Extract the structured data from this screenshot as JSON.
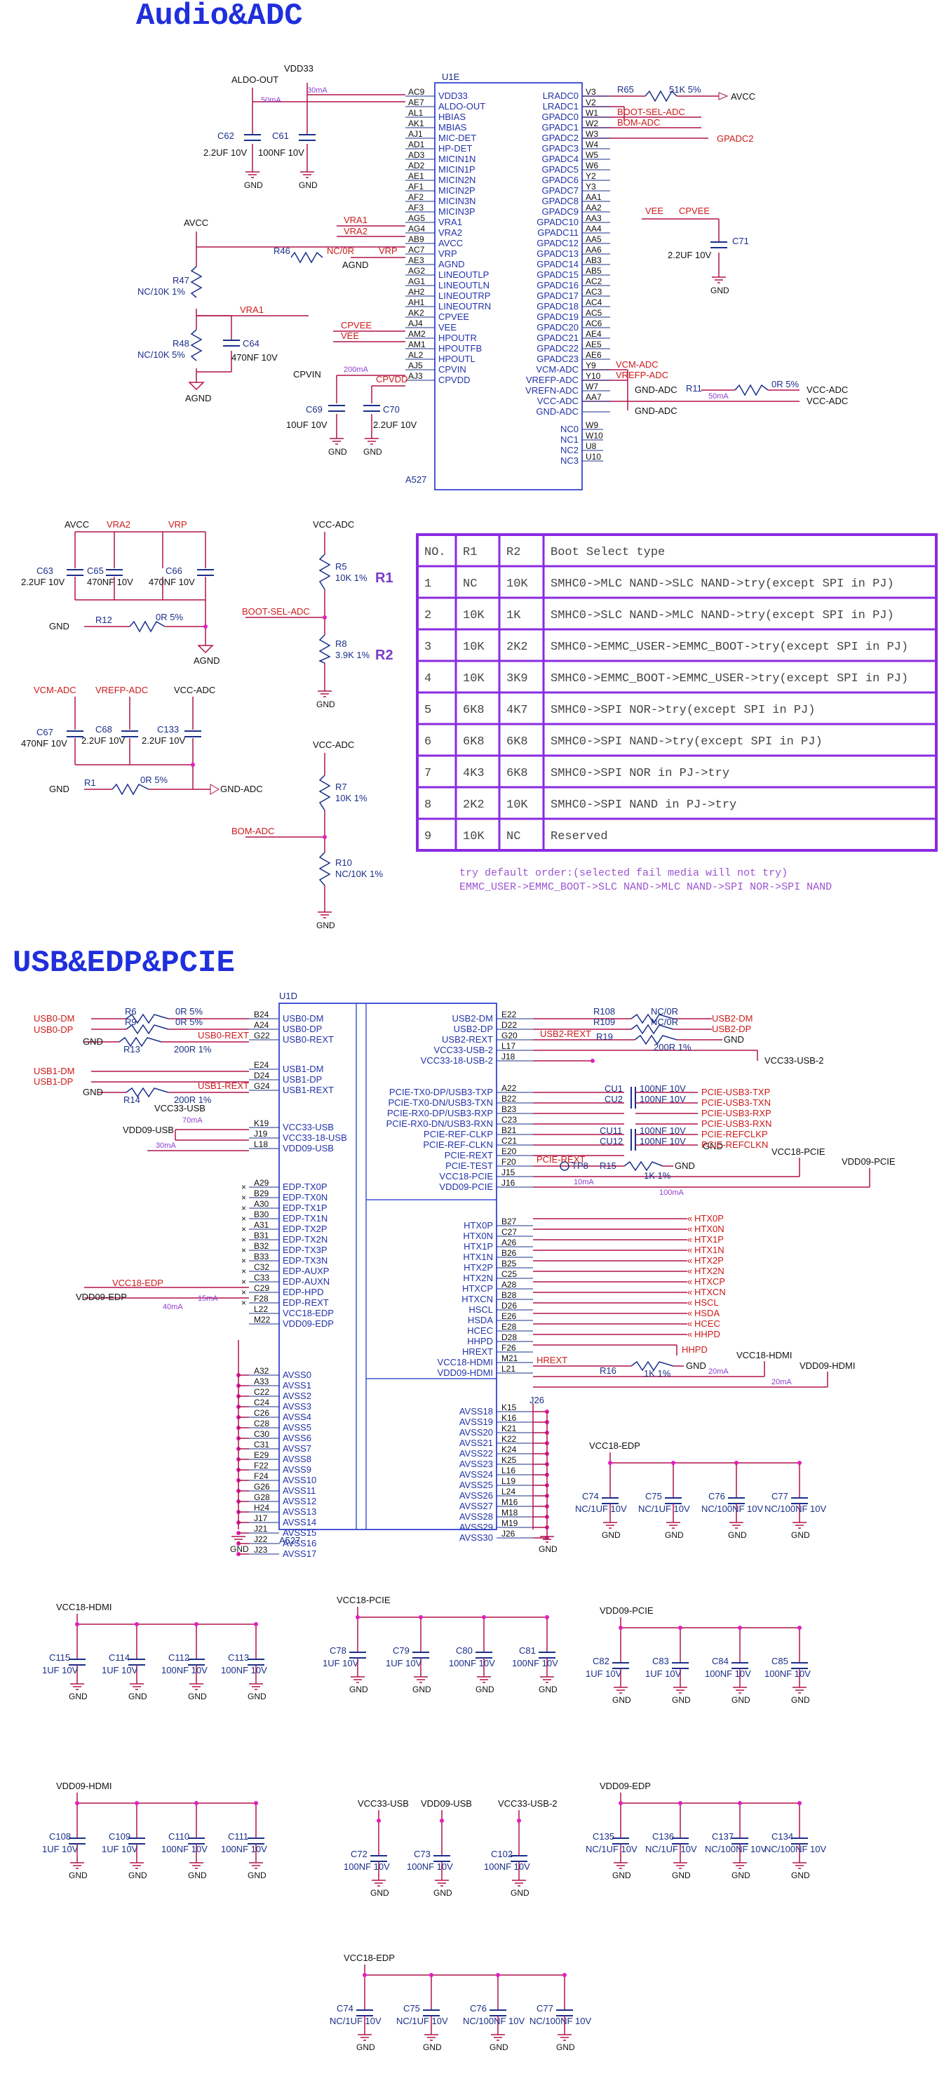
{
  "titles": {
    "audio": "Audio&ADC",
    "usb": "USB&EDP&PCIE"
  },
  "colors": {
    "title": "#1f2fdc",
    "wire": "#b0124a",
    "component": "#1a2f8a",
    "pinbox": "#1a2fcf",
    "net": "#cc1a1a",
    "table": "#8a2be2",
    "junction": "#e020c0",
    "current": "#8d3fd0"
  },
  "audio": {
    "chip_ref": "U1E",
    "chip_part": "A527",
    "left_pins": [
      {
        "num": "AC9",
        "name": "VDD33"
      },
      {
        "num": "AE7",
        "name": "ALDO-OUT"
      },
      {
        "num": "AL1",
        "name": "HBIAS"
      },
      {
        "num": "AK1",
        "name": "MBIAS"
      },
      {
        "num": "AJ1",
        "name": "MIC-DET"
      },
      {
        "num": "AD1",
        "name": "HP-DET"
      },
      {
        "num": "AD3",
        "name": "MICIN1N"
      },
      {
        "num": "AD2",
        "name": "MICIN1P"
      },
      {
        "num": "AE1",
        "name": "MICIN2N"
      },
      {
        "num": "AF1",
        "name": "MICIN2P"
      },
      {
        "num": "AF2",
        "name": "MICIN3N"
      },
      {
        "num": "AF3",
        "name": "MICIN3P"
      },
      {
        "num": "AG5",
        "name": "VRA1"
      },
      {
        "num": "AG4",
        "name": "VRA2"
      },
      {
        "num": "AB9",
        "name": "AVCC"
      },
      {
        "num": "AC7",
        "name": "VRP"
      },
      {
        "num": "AE3",
        "name": "AGND"
      },
      {
        "num": "AG2",
        "name": "LINEOUTLP"
      },
      {
        "num": "AG1",
        "name": "LINEOUTLN"
      },
      {
        "num": "AH2",
        "name": "LINEOUTRP"
      },
      {
        "num": "AH1",
        "name": "LINEOUTRN"
      },
      {
        "num": "AK2",
        "name": "CPVEE"
      },
      {
        "num": "AJ4",
        "name": "VEE"
      },
      {
        "num": "AM2",
        "name": "HPOUTR"
      },
      {
        "num": "AM1",
        "name": "HPOUTFB"
      },
      {
        "num": "AL2",
        "name": "HPOUTL"
      },
      {
        "num": "AJ5",
        "name": "CPVIN"
      },
      {
        "num": "AJ3",
        "name": "CPVDD"
      }
    ],
    "right_pins": [
      {
        "num": "V3",
        "name": "LRADC0"
      },
      {
        "num": "V2",
        "name": "LRADC1"
      },
      {
        "num": "W1",
        "name": "GPADC0"
      },
      {
        "num": "W2",
        "name": "GPADC1"
      },
      {
        "num": "W3",
        "name": "GPADC2"
      },
      {
        "num": "W4",
        "name": "GPADC3"
      },
      {
        "num": "W5",
        "name": "GPADC4"
      },
      {
        "num": "W6",
        "name": "GPADC5"
      },
      {
        "num": "Y2",
        "name": "GPADC6"
      },
      {
        "num": "Y3",
        "name": "GPADC7"
      },
      {
        "num": "AA1",
        "name": "GPADC8"
      },
      {
        "num": "AA2",
        "name": "GPADC9"
      },
      {
        "num": "AA3",
        "name": "GPADC10"
      },
      {
        "num": "AA4",
        "name": "GPADC11"
      },
      {
        "num": "AA5",
        "name": "GPADC12"
      },
      {
        "num": "AA6",
        "name": "GPADC13"
      },
      {
        "num": "AB3",
        "name": "GPADC14"
      },
      {
        "num": "AB5",
        "name": "GPADC15"
      },
      {
        "num": "AC2",
        "name": "GPADC16"
      },
      {
        "num": "AC3",
        "name": "GPADC17"
      },
      {
        "num": "AC4",
        "name": "GPADC18"
      },
      {
        "num": "AC5",
        "name": "GPADC19"
      },
      {
        "num": "AC6",
        "name": "GPADC20"
      },
      {
        "num": "AE4",
        "name": "GPADC21"
      },
      {
        "num": "AE5",
        "name": "GPADC22"
      },
      {
        "num": "AE6",
        "name": "GPADC23"
      },
      {
        "num": "Y9",
        "name": "VCM-ADC"
      },
      {
        "num": "Y10",
        "name": "VREFP-ADC"
      },
      {
        "num": "W7",
        "name": "VREFN-ADC"
      },
      {
        "num": "AA7",
        "name": "VCC-ADC"
      },
      {
        "num": "",
        "name": "GND-ADC"
      }
    ],
    "nc_pins": [
      {
        "num": "W9",
        "name": "NC0"
      },
      {
        "num": "W10",
        "name": "NC1"
      },
      {
        "num": "U8",
        "name": "NC2"
      },
      {
        "num": "U10",
        "name": "NC3"
      }
    ]
  },
  "usb_chip": {
    "chip_ref": "U1D",
    "chip_part": "A527",
    "left_pins": [
      {
        "num": "B24",
        "name": "USB0-DM"
      },
      {
        "num": "A24",
        "name": "USB0-DP"
      },
      {
        "num": "G22",
        "name": "USB0-REXT"
      },
      {
        "num": "E24",
        "name": "USB1-DM"
      },
      {
        "num": "D24",
        "name": "USB1-DP"
      },
      {
        "num": "G24",
        "name": "USB1-REXT"
      },
      {
        "num": "K19",
        "name": "VCC33-USB"
      },
      {
        "num": "J19",
        "name": "VCC33-18-USB"
      },
      {
        "num": "L18",
        "name": "VDD09-USB"
      },
      {
        "num": "A29",
        "name": "EDP-TX0P"
      },
      {
        "num": "B29",
        "name": "EDP-TX0N"
      },
      {
        "num": "A30",
        "name": "EDP-TX1P"
      },
      {
        "num": "B30",
        "name": "EDP-TX1N"
      },
      {
        "num": "A31",
        "name": "EDP-TX2P"
      },
      {
        "num": "B31",
        "name": "EDP-TX2N"
      },
      {
        "num": "B32",
        "name": "EDP-TX3P"
      },
      {
        "num": "B33",
        "name": "EDP-TX3N"
      },
      {
        "num": "C32",
        "name": "EDP-AUXP"
      },
      {
        "num": "C33",
        "name": "EDP-AUXN"
      },
      {
        "num": "C29",
        "name": "EDP-HPD"
      },
      {
        "num": "F28",
        "name": "EDP-REXT"
      },
      {
        "num": "L22",
        "name": "VCC18-EDP"
      },
      {
        "num": "M22",
        "name": "VDD09-EDP"
      },
      {
        "num": "A32",
        "name": "AVSS0"
      },
      {
        "num": "A33",
        "name": "AVSS1"
      },
      {
        "num": "C22",
        "name": "AVSS2"
      },
      {
        "num": "C24",
        "name": "AVSS3"
      },
      {
        "num": "C26",
        "name": "AVSS4"
      },
      {
        "num": "C28",
        "name": "AVSS5"
      },
      {
        "num": "C30",
        "name": "AVSS6"
      },
      {
        "num": "C31",
        "name": "AVSS7"
      },
      {
        "num": "E29",
        "name": "AVSS8"
      },
      {
        "num": "F22",
        "name": "AVSS9"
      },
      {
        "num": "F24",
        "name": "AVSS10"
      },
      {
        "num": "G26",
        "name": "AVSS11"
      },
      {
        "num": "G28",
        "name": "AVSS12"
      },
      {
        "num": "H24",
        "name": "AVSS13"
      },
      {
        "num": "J17",
        "name": "AVSS14"
      },
      {
        "num": "J21",
        "name": "AVSS15"
      },
      {
        "num": "J22",
        "name": "AVSS16"
      },
      {
        "num": "J23",
        "name": "AVSS17"
      }
    ],
    "right_pins": [
      {
        "num": "E22",
        "name": "USB2-DM"
      },
      {
        "num": "D22",
        "name": "USB2-DP"
      },
      {
        "num": "G20",
        "name": "USB2-REXT"
      },
      {
        "num": "L17",
        "name": "VCC33-USB-2"
      },
      {
        "num": "J18",
        "name": "VCC33-18-USB-2"
      },
      {
        "num": "A22",
        "name": "PCIE-TX0-DP/USB3-TXP"
      },
      {
        "num": "B22",
        "name": "PCIE-TX0-DN/USB3-TXN"
      },
      {
        "num": "B23",
        "name": "PCIE-RX0-DP/USB3-RXP"
      },
      {
        "num": "C23",
        "name": "PCIE-RX0-DN/USB3-RXN"
      },
      {
        "num": "B21",
        "name": "PCIE-REF-CLKP"
      },
      {
        "num": "C21",
        "name": "PCIE-REF-CLKN"
      },
      {
        "num": "E20",
        "name": "PCIE-REXT"
      },
      {
        "num": "F20",
        "name": "PCIE-TEST"
      },
      {
        "num": "J15",
        "name": "VCC18-PCIE"
      },
      {
        "num": "J16",
        "name": "VDD09-PCIE"
      },
      {
        "num": "B27",
        "name": "HTX0P"
      },
      {
        "num": "C27",
        "name": "HTX0N"
      },
      {
        "num": "A26",
        "name": "HTX1P"
      },
      {
        "num": "B26",
        "name": "HTX1N"
      },
      {
        "num": "B25",
        "name": "HTX2P"
      },
      {
        "num": "C25",
        "name": "HTX2N"
      },
      {
        "num": "A28",
        "name": "HTXCP"
      },
      {
        "num": "B28",
        "name": "HTXCN"
      },
      {
        "num": "D26",
        "name": "HSCL"
      },
      {
        "num": "E26",
        "name": "HSDA"
      },
      {
        "num": "E28",
        "name": "HCEC"
      },
      {
        "num": "D28",
        "name": "HHPD"
      },
      {
        "num": "F26",
        "name": "HREXT"
      },
      {
        "num": "M21",
        "name": "VCC18-HDMI"
      },
      {
        "num": "L21",
        "name": "VDD09-HDMI"
      },
      {
        "num": "K15",
        "name": "AVSS18"
      },
      {
        "num": "K16",
        "name": "AVSS19"
      },
      {
        "num": "K21",
        "name": "AVSS20"
      },
      {
        "num": "K22",
        "name": "AVSS21"
      },
      {
        "num": "K24",
        "name": "AVSS22"
      },
      {
        "num": "K25",
        "name": "AVSS23"
      },
      {
        "num": "L16",
        "name": "AVSS24"
      },
      {
        "num": "L19",
        "name": "AVSS25"
      },
      {
        "num": "L24",
        "name": "AVSS26"
      },
      {
        "num": "M16",
        "name": "AVSS27"
      },
      {
        "num": "M18",
        "name": "AVSS28"
      },
      {
        "num": "M19",
        "name": "AVSS29"
      },
      {
        "num": "J26",
        "name": "AVSS30"
      }
    ],
    "htx_nets": [
      "HTX0P",
      "HTX0N",
      "HTX1P",
      "HTX1N",
      "HTX2P",
      "HTX2N",
      "HTXCP",
      "HTXCN",
      "HSCL",
      "HSDA",
      "HCEC",
      "HHPD"
    ],
    "pcie_nets": [
      "PCIE-USB3-TXP",
      "PCIE-USB3-TXN",
      "PCIE-USB3-RXP",
      "PCIE-USB3-RXN",
      "PCIE-REFCLKP",
      "PCIE-REFCLKN"
    ]
  },
  "boot_table": {
    "header": [
      "NO.",
      "R1",
      "R2",
      "Boot Select type"
    ],
    "rows": [
      [
        "1",
        "NC",
        "10K",
        "SMHC0->MLC NAND->SLC NAND->try(except SPI in PJ)"
      ],
      [
        "2",
        "10K",
        "1K",
        "SMHC0->SLC NAND->MLC NAND->try(except SPI in PJ)"
      ],
      [
        "3",
        "10K",
        "2K2",
        "SMHC0->EMMC_USER->EMMC_BOOT->try(except SPI in PJ)"
      ],
      [
        "4",
        "10K",
        "3K9",
        "SMHC0->EMMC_BOOT->EMMC_USER->try(except SPI in PJ)"
      ],
      [
        "5",
        "6K8",
        "4K7",
        "SMHC0->SPI NOR->try(except SPI in PJ)"
      ],
      [
        "6",
        "6K8",
        "6K8",
        "SMHC0->SPI NAND->try(except SPI in PJ)"
      ],
      [
        "7",
        "4K3",
        "6K8",
        "SMHC0->SPI NOR in PJ->try"
      ],
      [
        "8",
        "2K2",
        "10K",
        "SMHC0->SPI NAND in PJ->try"
      ],
      [
        "9",
        "10K",
        "NC",
        "Reserved"
      ]
    ],
    "note1": "try default order:(selected fail media will not try)",
    "note2": "EMMC_USER->EMMC_BOOT->SLC NAND->MLC NAND->SPI NOR->SPI NAND",
    "r1_label": "R1",
    "r2_label": "R2"
  },
  "labels": {
    "gnd": "GND",
    "agnd": "AGND",
    "aldo_out": "ALDO-OUT",
    "vdd33": "VDD33",
    "avcc": "AVCC",
    "vcc_adc": "VCC-ADC",
    "gnd_adc": "GND-ADC",
    "cpvin": "CPVIN",
    "cpvdd": "CPVDD",
    "vra1": "VRA1",
    "vra2": "VRA2",
    "vrp": "VRP",
    "cpvee": "CPVEE",
    "vee": "VEE",
    "vcm_adc": "VCM-ADC",
    "vrefp_adc": "VREFP-ADC",
    "boot_sel_adc": "BOOT-SEL-ADC",
    "bom_adc": "BOM-ADC",
    "gpadc2": "GPADC2",
    "usb0_dm": "USB0-DM",
    "usb0_dp": "USB0-DP",
    "usb1_dm": "USB1-DM",
    "usb1_dp": "USB1-DP",
    "usb0_rext": "USB0-REXT",
    "usb1_rext": "USB1-REXT",
    "usb2_dm": "USB2-DM",
    "usb2_dp": "USB2-DP",
    "usb2_rext": "USB2-REXT",
    "vcc33_usb": "VCC33-USB",
    "vcc33_usb2": "VCC33-USB-2",
    "vdd09_usb": "VDD09-USB",
    "vcc18_edp": "VCC18-EDP",
    "vdd09_edp": "VDD09-EDP",
    "vcc18_pcie": "VCC18-PCIE",
    "vdd09_pcie": "VDD09-PCIE",
    "vcc18_hdmi": "VCC18-HDMI",
    "vdd09_hdmi": "VDD09-HDMI",
    "pcie_rext": "PCIE-REXT",
    "hrext": "HREXT",
    "hhpd": "HHPD",
    "tp8": "TP8",
    "cu1": "CU1",
    "cu2": "CU2",
    "cu11": "CU11",
    "cu12": "CU12",
    "cap_100nf_10v": "100NF 10V",
    "r_nc0r": "NC/0R",
    "r108": "R108",
    "r109": "R109",
    "r19": "R19",
    "r15": "R15",
    "r16": "R16",
    "r6": "R6",
    "r9": "R9",
    "r13": "R13",
    "r14": "R14",
    "r_0r5": "0R 5%",
    "r_200r1": "200R 1%",
    "r_1k1": "1K 1%",
    "j26": "J26",
    "r65": "R65",
    "r65_val": "51K 5%",
    "r11": "R11",
    "r11_val": "0R 5%",
    "r46": "R46",
    "r46_val": "NC/0R",
    "r47": "R47",
    "r47_val": "NC/10K 1%",
    "r48": "R48",
    "r48_val": "NC/10K 5%",
    "r5": "R5",
    "r5_val": "10K 1%",
    "r8": "R8",
    "r8_val": "3.9K 1%",
    "r7": "R7",
    "r7_val": "10K 1%",
    "r10": "R10",
    "r10_val": "NC/10K 1%",
    "r12": "R12",
    "r12_val": "0R 5%",
    "r1": "R1",
    "r1_val": "0R 5%",
    "c62": "C62",
    "c62_val": "2.2UF 10V",
    "c61": "C61",
    "c61_val": "100NF 10V",
    "c64": "C64",
    "c64_val": "470NF 10V",
    "c69": "C69",
    "c69_val": "10UF 10V",
    "c70": "C70",
    "c70_val": "2.2UF 10V",
    "c71": "C71",
    "c71_val": "2.2UF 10V",
    "c63": "C63",
    "c63_val": "2.2UF 10V",
    "c65": "C65",
    "c65_val": "470NF 10V",
    "c66": "C66",
    "c66_val": "470NF 10V",
    "c67": "C67",
    "c67_val": "470NF 10V",
    "c68": "C68",
    "c68_val": "2.2UF 10V",
    "c133": "C133",
    "c133_val": "2.2UF 10V",
    "cur_50ma": "50mA",
    "cur_30ma": "30mA",
    "cur_200ma": "200mA",
    "cur_10ma": "10mA",
    "cur_70ma": "70mA",
    "cur_15ma": "15mA",
    "cur_40ma": "40mA",
    "cur_100ma": "100mA",
    "cur_20ma": "20mA",
    "vra1_net": "VRA1",
    "vee_net": "VEE",
    "cpvee_net": "CPVEE",
    "vra2_net": "VRA2",
    "vrp_net": "VRP",
    "avcc_net": "AVCC"
  },
  "cap_groups": [
    {
      "rail": "VCC18-EDP",
      "caps": [
        {
          "ref": "C74",
          "val": "NC/1UF 10V"
        },
        {
          "ref": "C75",
          "val": "NC/1UF 10V"
        },
        {
          "ref": "C76",
          "val": "NC/100NF 10V"
        },
        {
          "ref": "C77",
          "val": "NC/100NF 10V"
        }
      ]
    },
    {
      "rail": "VCC18-HDMI",
      "caps": [
        {
          "ref": "C115",
          "val": "1UF 10V"
        },
        {
          "ref": "C114",
          "val": "1UF 10V"
        },
        {
          "ref": "C112",
          "val": "100NF 10V"
        },
        {
          "ref": "C113",
          "val": "100NF 10V"
        }
      ]
    },
    {
      "rail": "VCC18-PCIE",
      "caps": [
        {
          "ref": "C78",
          "val": "1UF 10V"
        },
        {
          "ref": "C79",
          "val": "1UF 10V"
        },
        {
          "ref": "C80",
          "val": "100NF 10V"
        },
        {
          "ref": "C81",
          "val": "100NF 10V"
        }
      ]
    },
    {
      "rail": "VDD09-PCIE",
      "caps": [
        {
          "ref": "C82",
          "val": "1UF 10V"
        },
        {
          "ref": "C83",
          "val": "1UF 10V"
        },
        {
          "ref": "C84",
          "val": "100NF 10V"
        },
        {
          "ref": "C85",
          "val": "100NF 10V"
        }
      ]
    },
    {
      "rail": "VDD09-HDMI",
      "caps": [
        {
          "ref": "C108",
          "val": "1UF 10V"
        },
        {
          "ref": "C109",
          "val": "1UF 10V"
        },
        {
          "ref": "C110",
          "val": "100NF 10V"
        },
        {
          "ref": "C111",
          "val": "100NF 10V"
        }
      ]
    },
    {
      "rail": "VCC33-USB",
      "caps": [
        {
          "ref": "C72",
          "val": "100NF 10V"
        }
      ]
    },
    {
      "rail": "VDD09-USB",
      "caps": [
        {
          "ref": "C73",
          "val": "100NF 10V"
        }
      ]
    },
    {
      "rail": "VCC33-USB-2",
      "caps": [
        {
          "ref": "C102",
          "val": "100NF 10V"
        }
      ]
    },
    {
      "rail": "VDD09-EDP",
      "caps": [
        {
          "ref": "C135",
          "val": "NC/1UF 10V"
        },
        {
          "ref": "C136",
          "val": "NC/1UF 10V"
        },
        {
          "ref": "C137",
          "val": "NC/100NF 10V"
        },
        {
          "ref": "C134",
          "val": "NC/100NF 10V"
        }
      ]
    },
    {
      "rail": "VCC18-EDP",
      "caps": [
        {
          "ref": "C74",
          "val": "NC/1UF 10V"
        },
        {
          "ref": "C75",
          "val": "NC/1UF 10V"
        },
        {
          "ref": "C76",
          "val": "NC/100NF 10V"
        },
        {
          "ref": "C77",
          "val": "NC/100NF 10V"
        }
      ]
    }
  ]
}
